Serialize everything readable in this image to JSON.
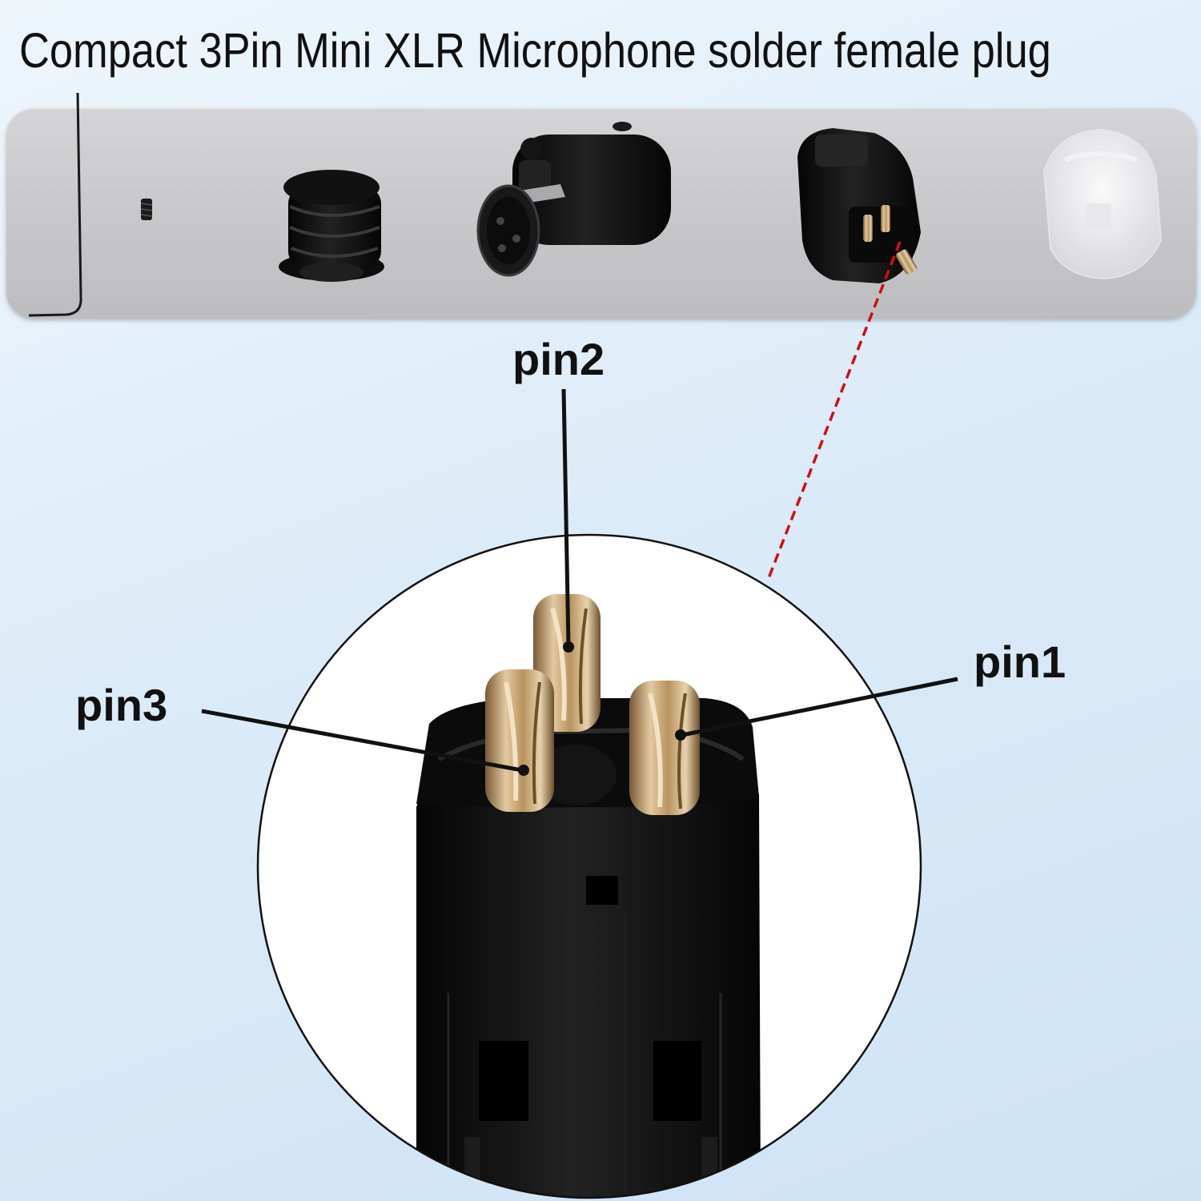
{
  "title": "Compact 3Pin Mini XLR Microphone solder female plug",
  "labels": {
    "pin1": "pin1",
    "pin2": "pin2",
    "pin3": "pin3"
  },
  "parts": [
    {
      "name": "set-screw"
    },
    {
      "name": "strain-relief"
    },
    {
      "name": "female-connector-shell"
    },
    {
      "name": "pin-insert"
    },
    {
      "name": "clear-boot"
    }
  ],
  "colors": {
    "accent_line": "#cc1111",
    "pin_brass": "#c9a877",
    "connector_body": "#121212"
  }
}
